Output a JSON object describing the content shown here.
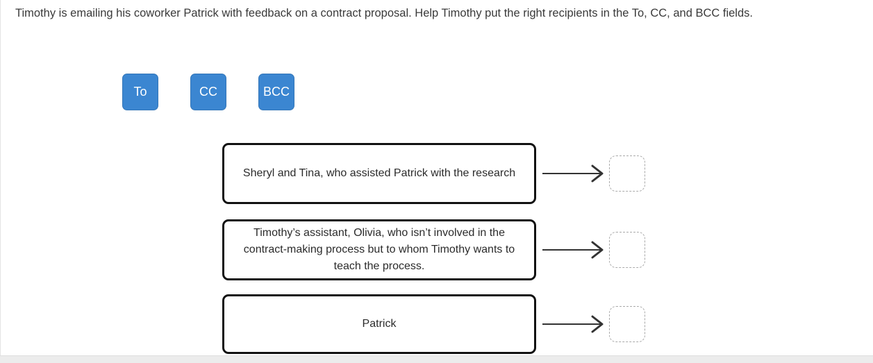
{
  "question": {
    "text": "Timothy is emailing his coworker Patrick with feedback on a contract proposal. Help Timothy put the right recipients in the To, CC, and BCC fields."
  },
  "options": [
    {
      "label": "To"
    },
    {
      "label": "CC"
    },
    {
      "label": "BCC"
    }
  ],
  "rows": [
    {
      "description": "Sheryl and Tina, who assisted Patrick with the research"
    },
    {
      "description": "Timothy’s assistant, Olivia, who isn’t involved in the contract-making process but to whom Timothy wants to teach the process."
    },
    {
      "description": "Patrick"
    }
  ],
  "colors": {
    "chip_blue": "#3b86d1",
    "chip_text": "#ffffff",
    "box_border": "#121212",
    "slot_border": "#a9a9a9",
    "arrow": "#333333",
    "scrollbar_track": "#ececec"
  }
}
